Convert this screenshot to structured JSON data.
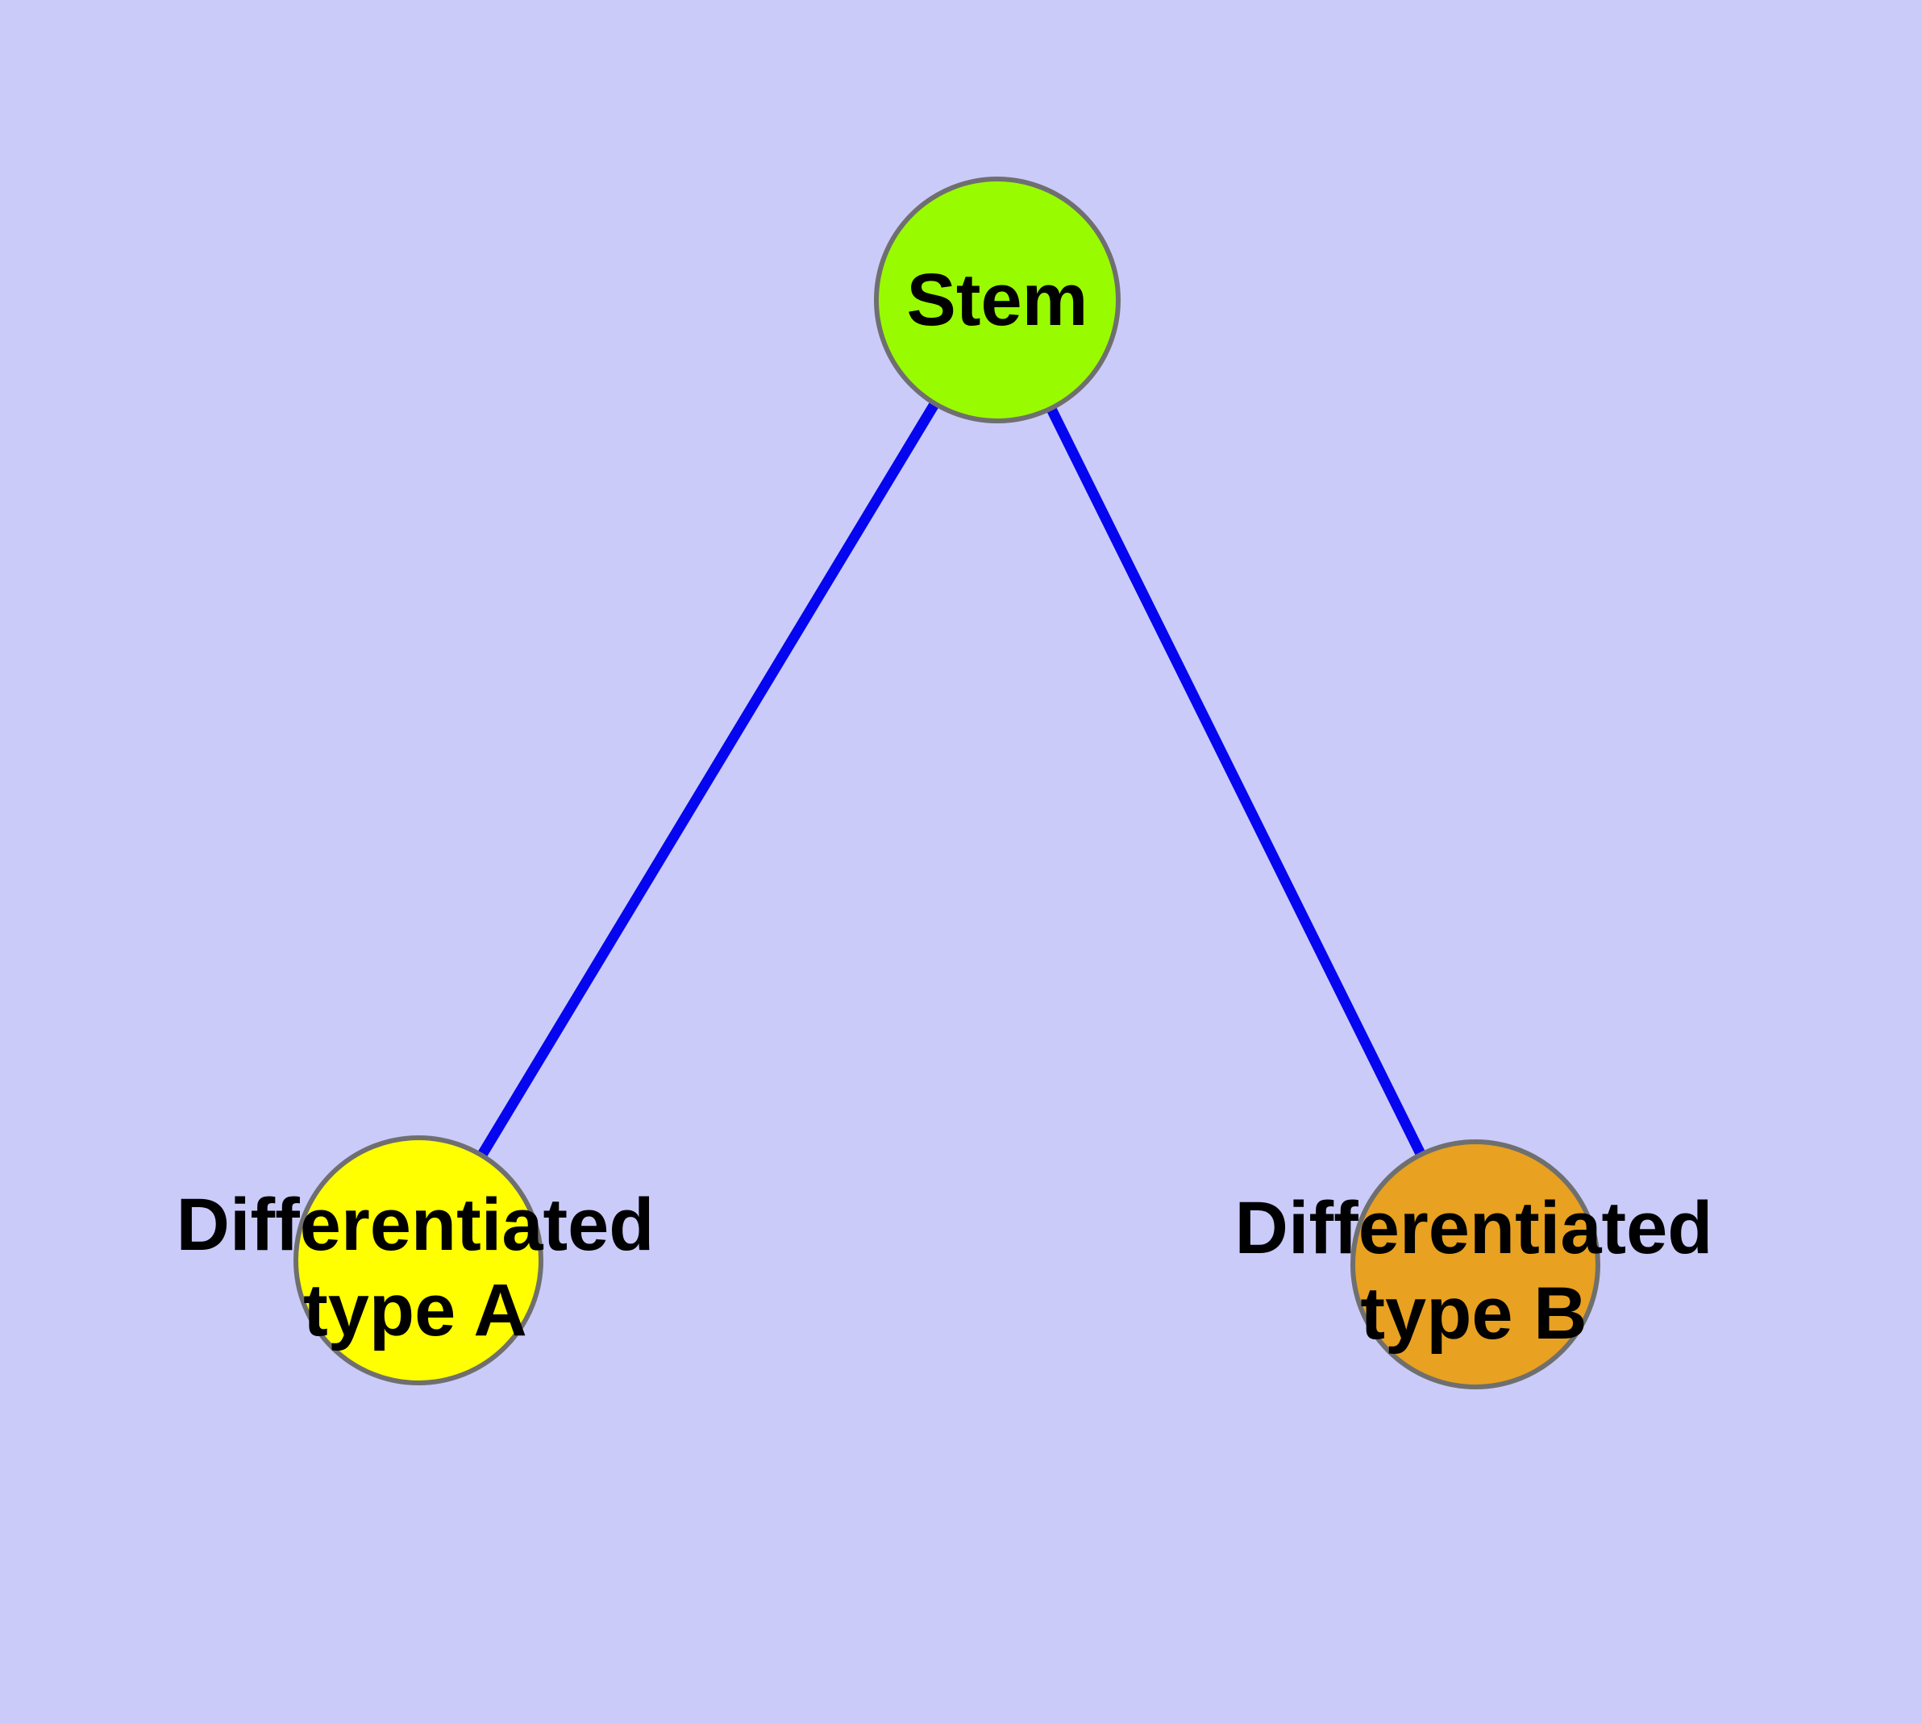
{
  "diagram": {
    "type": "node-link-graph",
    "background_color": "#CACBF9",
    "edge_color": "#0505F0",
    "node_border_color": "#6F6F6F",
    "label_color": "#000000",
    "nodes": [
      {
        "id": "stem",
        "label": "Stem",
        "line1": "Stem",
        "fill": "#99FB00"
      },
      {
        "id": "differentiated-type-a",
        "label": "Differentiated type A",
        "line1": "Differentiated",
        "line2": "type A",
        "fill": "#FFFF00"
      },
      {
        "id": "differentiated-type-b",
        "label": "Differentiated type B",
        "line1": "Differentiated",
        "line2": "type B",
        "fill": "#E8A120"
      }
    ],
    "edges": [
      {
        "from": "stem",
        "to": "differentiated-type-a"
      },
      {
        "from": "stem",
        "to": "differentiated-type-b"
      }
    ]
  }
}
